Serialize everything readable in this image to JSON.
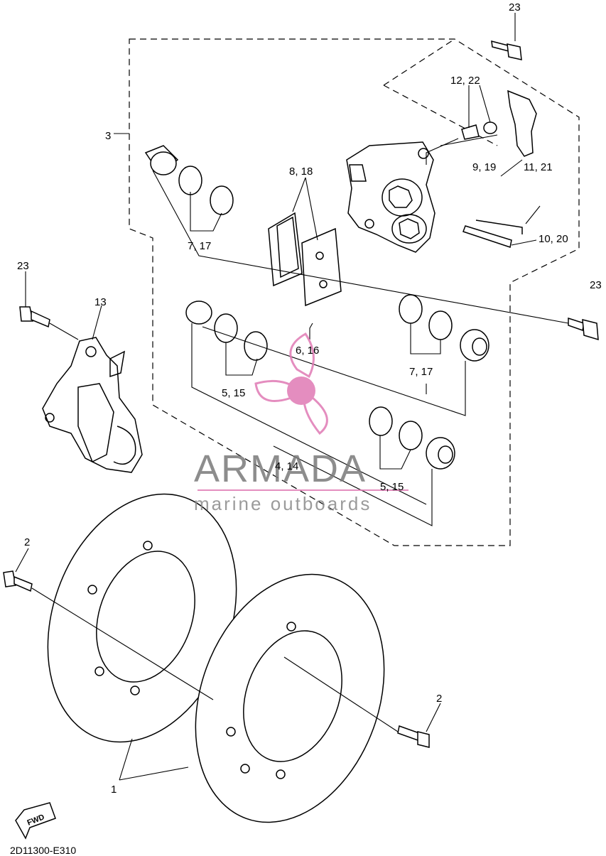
{
  "diagram": {
    "code": "2D11300-E310",
    "fwd_label": "FWD",
    "labels": {
      "l1": "1",
      "l2a": "2",
      "l2b": "2",
      "l3": "3",
      "l4": "4, 14",
      "l5a": "5, 15",
      "l5b": "5, 15",
      "l6": "6, 16",
      "l7a": "7, 17",
      "l7b": "7, 17",
      "l8": "8, 18",
      "l9": "9, 19",
      "l10": "10, 20",
      "l11": "11, 21",
      "l12": "12, 22",
      "l13": "13",
      "l23a": "23",
      "l23b": "23",
      "l23c": "23"
    }
  },
  "watermark": {
    "title": "ARMADA",
    "subtitle": "marine outboards",
    "accent_color": "#e07ab4"
  }
}
